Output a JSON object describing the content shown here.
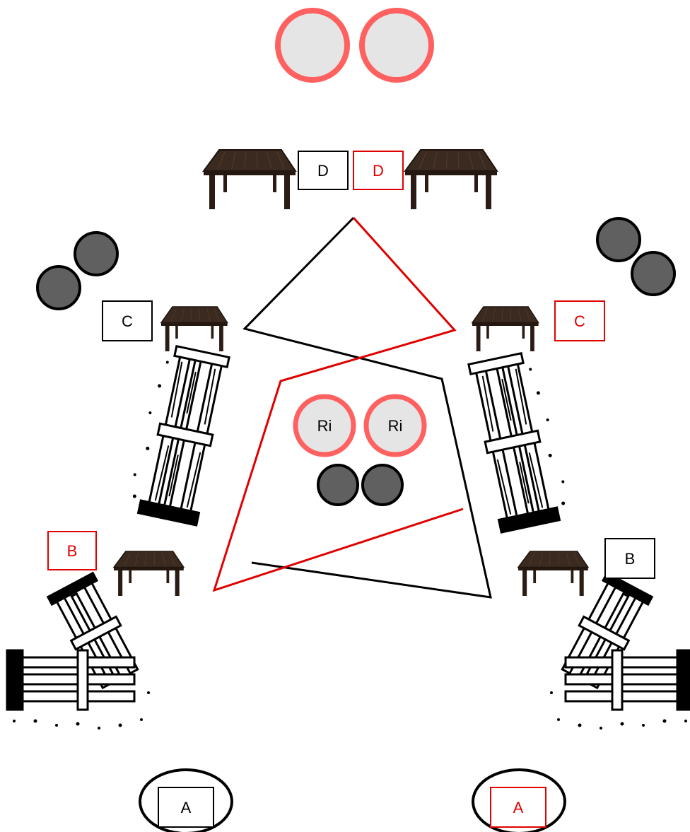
{
  "colors": {
    "team_black": "#000000",
    "team_red": "#e00000",
    "cone_fill": "#e5e5e5",
    "cone_ring": "#ff6060",
    "disc_fill": "#606060",
    "table_top": "#3b2a20",
    "table_legs": "#2a1c14"
  },
  "stations": {
    "a_black": "A",
    "a_red": "A",
    "b_black": "B",
    "b_red": "B",
    "c_black": "C",
    "c_red": "C",
    "d_black": "D",
    "d_red": "D"
  },
  "center_cones": {
    "left": "Ri",
    "right": "Ri"
  },
  "icons": {
    "table": "table-icon",
    "fence": "fallen-fence-icon",
    "cone": "cone-icon",
    "disc": "disc-icon",
    "start_ring": "start-ring-icon"
  }
}
